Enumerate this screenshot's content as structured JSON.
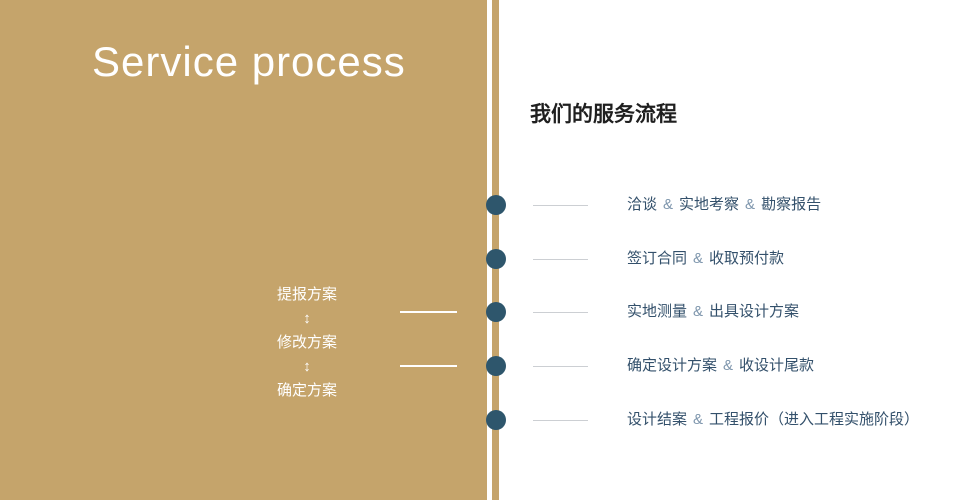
{
  "left": {
    "title": "Service process",
    "flow": {
      "items": [
        "提报方案",
        "修改方案",
        "确定方案"
      ],
      "arrow": "↕"
    }
  },
  "right": {
    "heading": "我们的服务流程",
    "amp": "&",
    "steps": [
      {
        "parts": [
          "洽谈",
          "实地考察",
          "勘察报告"
        ]
      },
      {
        "parts": [
          "签订合同",
          "收取预付款"
        ]
      },
      {
        "parts": [
          "实地测量",
          "出具设计方案"
        ]
      },
      {
        "parts": [
          "确定设计方案",
          "收设计尾款"
        ]
      },
      {
        "parts": [
          "设计结案",
          "工程报价（进入工程实施阶段）"
        ]
      }
    ]
  },
  "colors": {
    "panel_gold": "#C5A46B",
    "dot_navy": "#2E566C",
    "step_text": "#33506B",
    "ampersand": "#7D95AC",
    "tick_gray": "#CCCFD3",
    "title_white": "#FFFFFF"
  }
}
